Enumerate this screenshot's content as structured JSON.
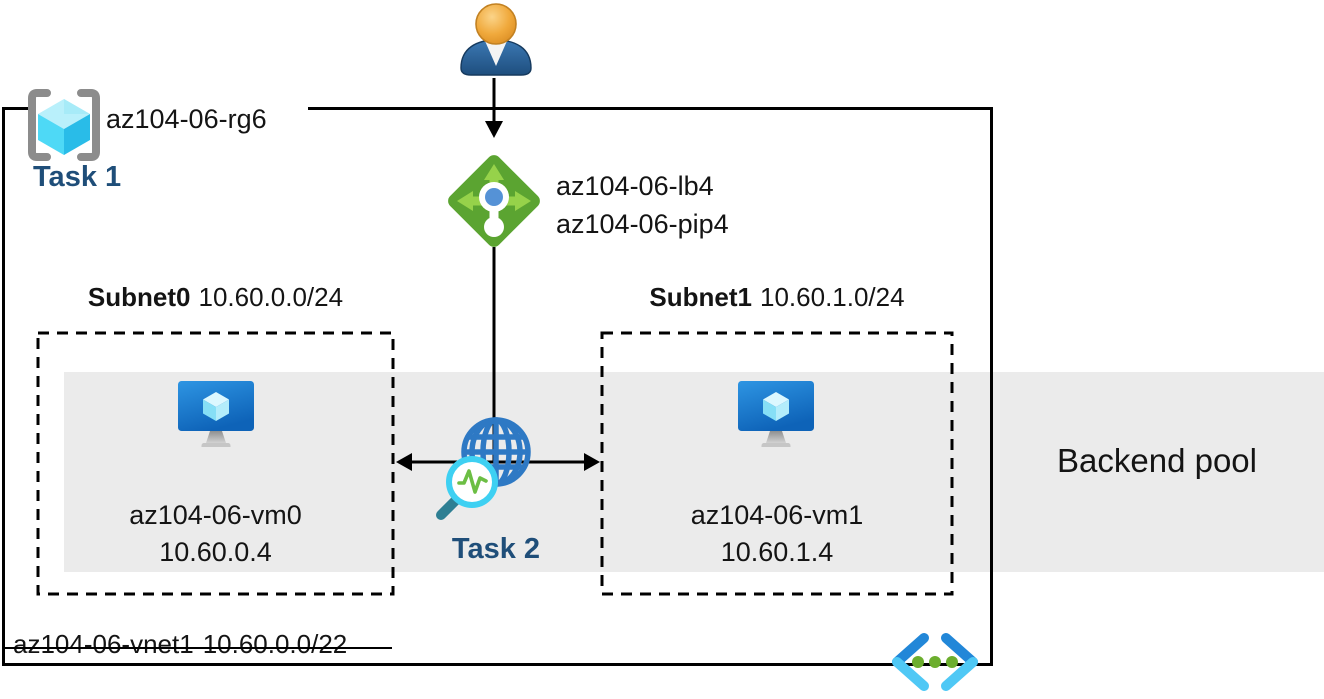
{
  "resource_group": {
    "name": "az104-06-rg6",
    "task_label": "Task 1"
  },
  "load_balancer": {
    "name": "az104-06-lb4",
    "public_ip": "az104-06-pip4"
  },
  "subnets": [
    {
      "name": "Subnet0",
      "cidr": "10.60.0.0/24",
      "vm_name": "az104-06-vm0",
      "vm_ip": "10.60.0.4"
    },
    {
      "name": "Subnet1",
      "cidr": "10.60.1.0/24",
      "vm_name": "az104-06-vm1",
      "vm_ip": "10.60.1.4"
    }
  ],
  "task2_label": "Task 2",
  "backend_pool_label": "Backend pool",
  "vnet": {
    "name": "az104-06-vnet1",
    "cidr": "10.60.0.0/22"
  },
  "icons": {
    "user": "user-icon",
    "resource_group": "resource-group-icon",
    "load_balancer": "load-balancer-icon",
    "virtual_machine_0": "virtual-machine-icon",
    "virtual_machine_1": "virtual-machine-icon",
    "globe_magnifier": "globe-magnifier-icon",
    "virtual_network": "virtual-network-icon"
  },
  "colors": {
    "task_text": "#1F4E79",
    "backend_band": "#EBEBEB",
    "outline": "#000000",
    "lb_diamond_green": "#5BA431",
    "lb_arrow_green": "#96D24A",
    "vm_monitor_blue": "#1778CE",
    "globe_blue": "#2E79C4",
    "magnifier_cyan": "#3ED0F2",
    "pulse_green": "#6CBE44",
    "vnet_bracket_blue": "#2287D8",
    "vnet_bracket_cyan": "#4FC8F5",
    "vnet_dot_green": "#6CAE2E",
    "cube_cyan": "#4ED9F6"
  }
}
